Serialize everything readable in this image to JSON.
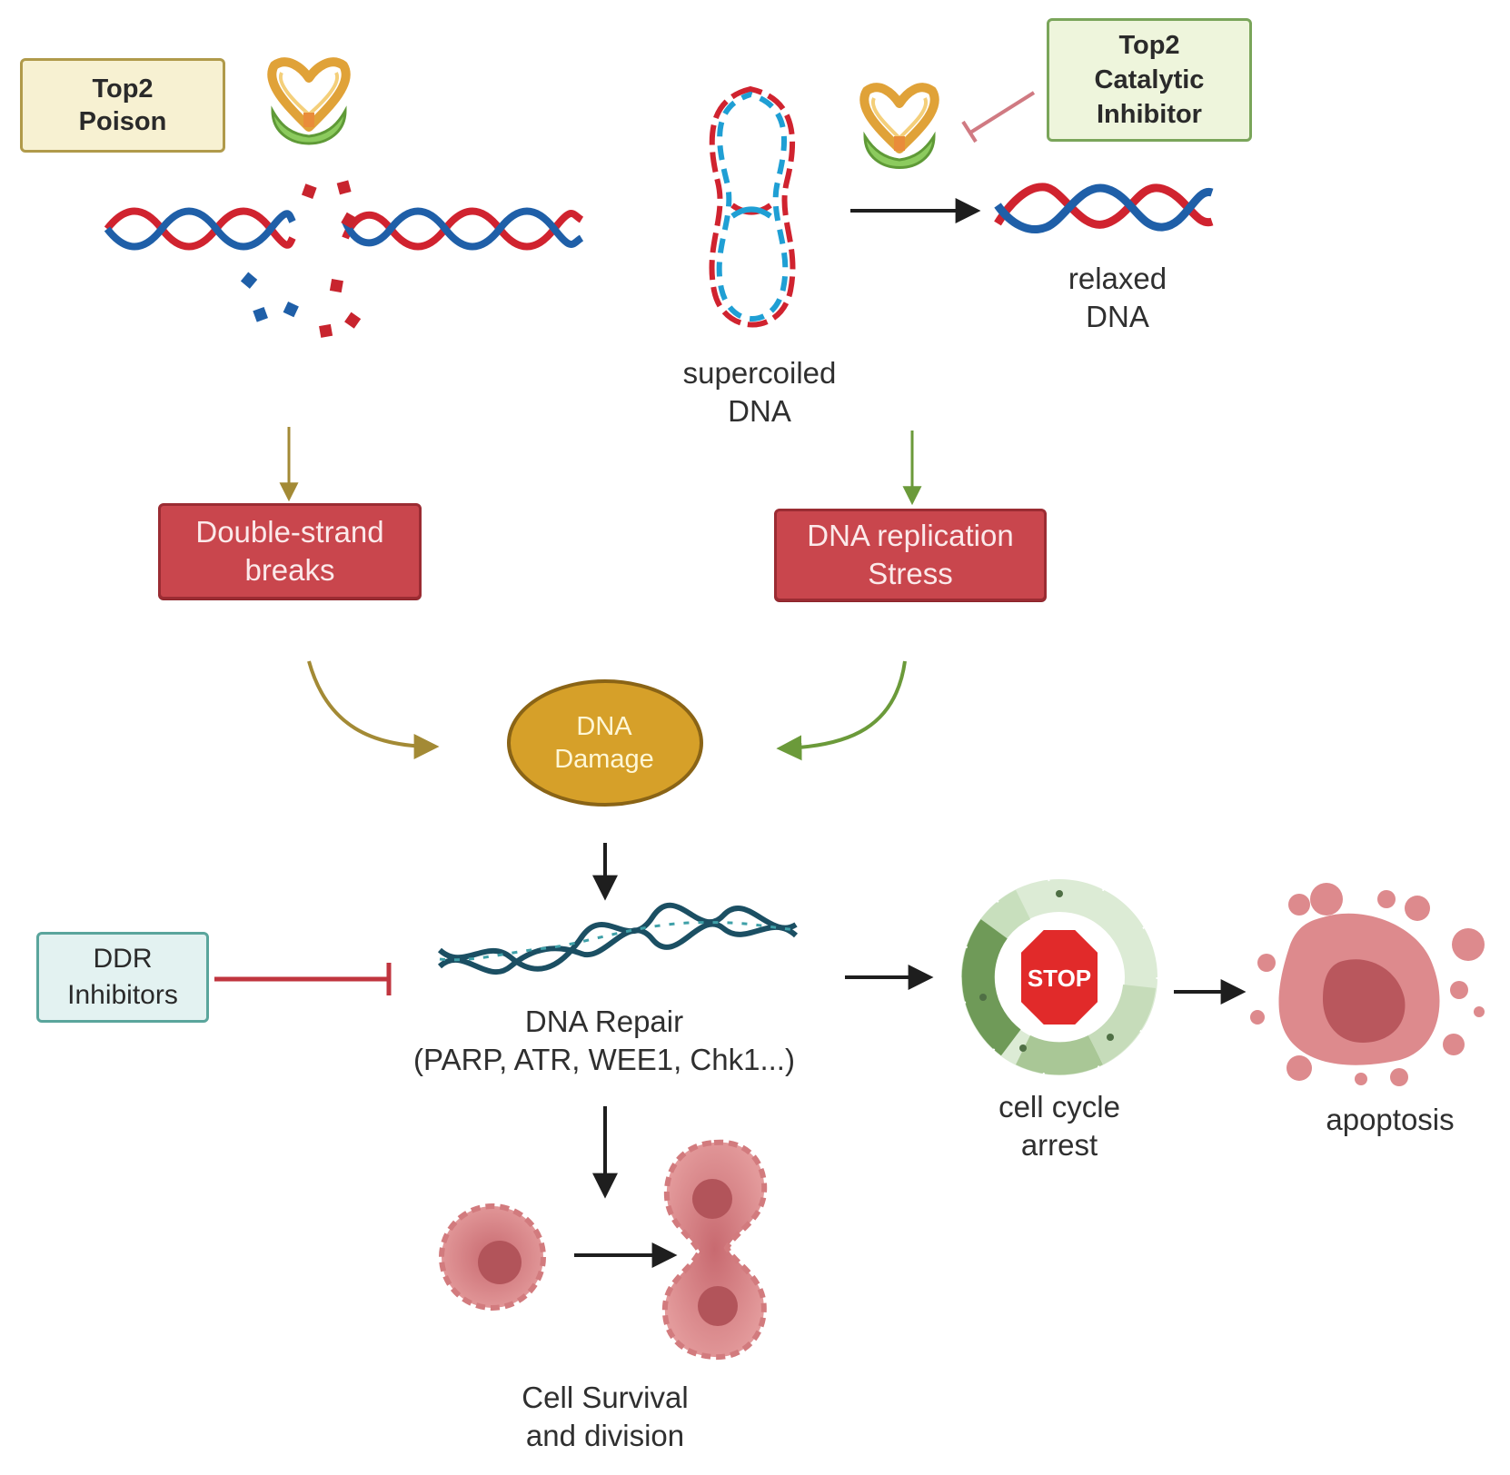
{
  "boxes": {
    "top2_poison": [
      "Top2",
      "Poison"
    ],
    "top2_catalytic_inhibitor": [
      "Top2",
      "Catalytic",
      "Inhibitor"
    ],
    "double_strand_breaks": [
      "Double-strand",
      "breaks"
    ],
    "dna_replication_stress": [
      "DNA replication",
      "Stress"
    ],
    "dna_damage": [
      "DNA",
      "Damage"
    ],
    "ddr_inhibitors": [
      "DDR",
      "Inhibitors"
    ]
  },
  "labels": {
    "supercoiled_dna": [
      "supercoiled",
      "DNA"
    ],
    "relaxed_dna": [
      "relaxed",
      "DNA"
    ],
    "dna_repair": [
      "DNA Repair",
      "(PARP, ATR, WEE1, Chk1...)"
    ],
    "cell_cycle_arrest": [
      "cell cycle",
      "arrest"
    ],
    "apoptosis": [
      "apoptosis"
    ],
    "cell_survival": [
      "Cell Survival",
      "and division"
    ],
    "stop_sign": "STOP"
  },
  "colors": {
    "dna_strand_red": "#d0232f",
    "dna_strand_blue": "#1f5fa8",
    "repair_dna": "#1b4f63",
    "poison_box_fill": "#f7f1d2",
    "catalytic_box_fill": "#eef5dc",
    "ddr_box_fill": "#e3f2f1",
    "red_box_fill": "#c9464d",
    "damage_ellipse": "#d6a029",
    "olive_arrow": "#a38a35",
    "green_arrow": "#6b9a3a",
    "inhibit_red": "#c0353f",
    "cell_pink": "#d97f82",
    "stop_red": "#e12a2a"
  },
  "icons": [
    "topoisomerase-ii-enzyme-icon",
    "dna-helix-icon",
    "dna-fragment-icon",
    "supercoiled-dna-icon",
    "stop-sign-icon",
    "cell-cycle-wheel-icon",
    "cancer-cell-icon",
    "dividing-cell-icon",
    "apoptotic-cell-icon"
  ]
}
